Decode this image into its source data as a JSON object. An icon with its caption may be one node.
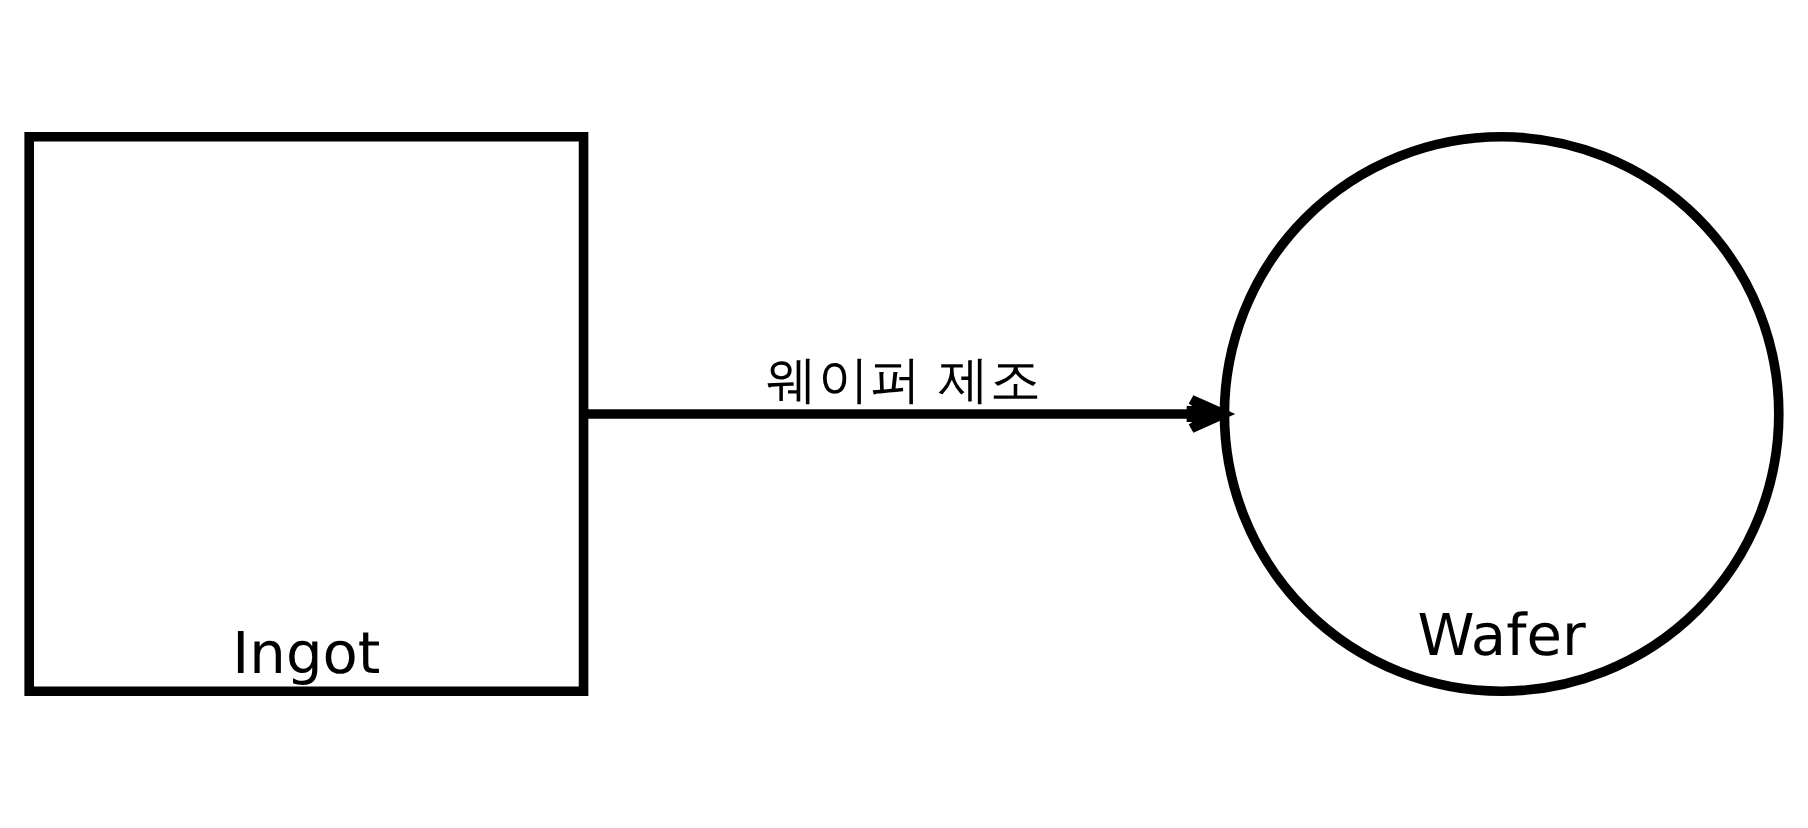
{
  "diagram": {
    "nodes": [
      {
        "text": [
          "Ingot"
        ]
      },
      {
        "text": [
          "Wafer"
        ]
      }
    ],
    "edges": [
      {
        "from": 0,
        "to": 1,
        "arrow": "to",
        "label": "웨이퍼 제조"
      }
    ]
  }
}
